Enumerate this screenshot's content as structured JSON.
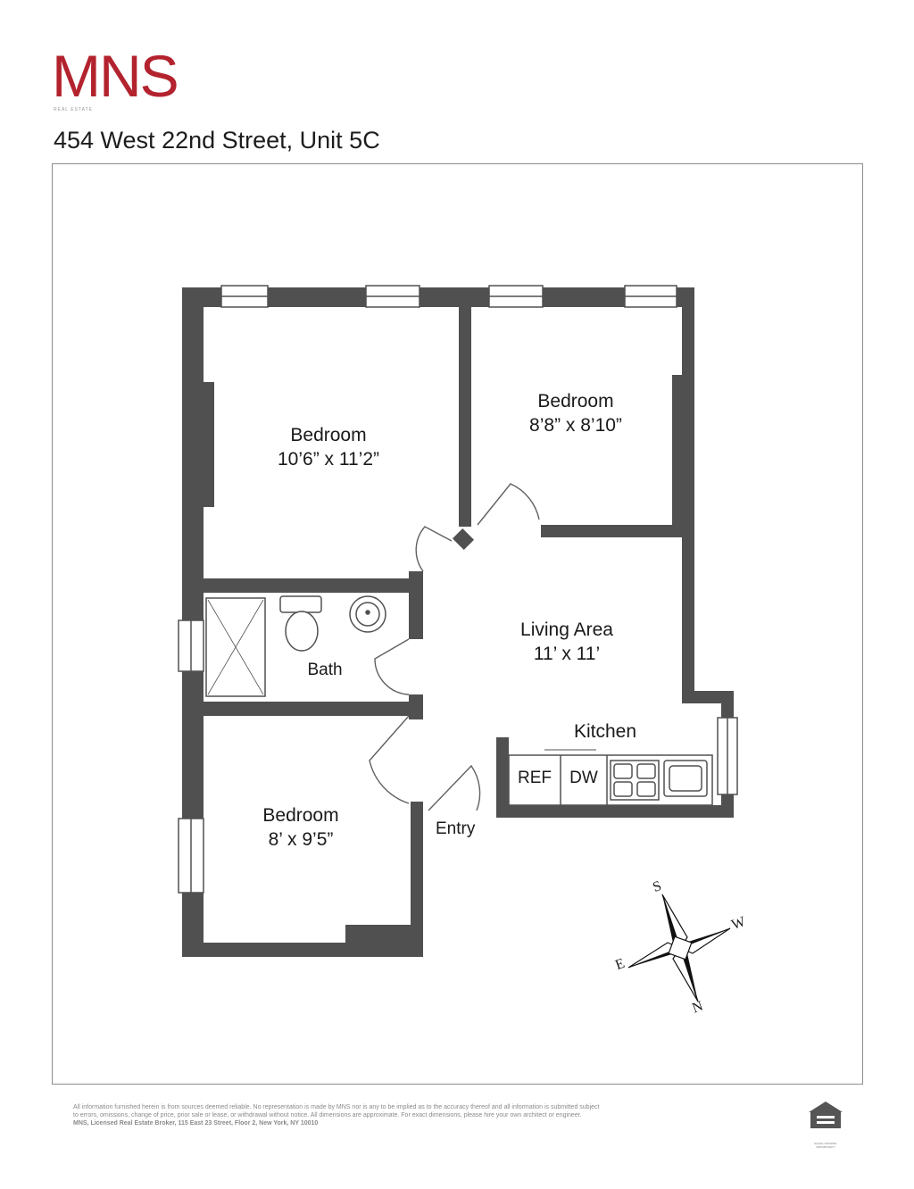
{
  "brand": {
    "logo_text": "MNS",
    "logo_tagline": "REAL ESTATE"
  },
  "listing": {
    "address": "454 West 22nd Street, Unit 5C"
  },
  "rooms": [
    {
      "name": "Bedroom",
      "dimensions": "10’6” x 11’2”"
    },
    {
      "name": "Bedroom",
      "dimensions": "8’8” x 8’10”"
    },
    {
      "name": "Living Area",
      "dimensions": "11’ x 11’"
    },
    {
      "name": "Bath"
    },
    {
      "name": "Bedroom",
      "dimensions": "8’ x 9’5”"
    },
    {
      "name": "Kitchen"
    }
  ],
  "fixtures": {
    "refrigerator": "REF",
    "dishwasher": "DW"
  },
  "entry_label": "Entry",
  "compass": {
    "n": "N",
    "s": "S",
    "e": "E",
    "w": "W"
  },
  "footer": {
    "disclaimer_line1": "All information furnished herein is from sources deemed reliable. No representation is made by MNS nor is any to be implied as to the accuracy thereof and all information is submitted subject",
    "disclaimer_line2": "to errors, omissions, change of price, prior sale or lease, or withdrawal without notice. All dimensions are approximate. For exact dimensions, please hire your own architect or engineer.",
    "disclaimer_line3": "MNS, Licensed Real Estate Broker, 115 East 23 Street, Floor 2, New York, NY 10010",
    "equal_housing_text": "EQUAL HOUSING OPPORTUNITY"
  },
  "colors": {
    "brand_red": "#b3232e",
    "wall": "#505050",
    "text": "#1a1a1a"
  }
}
